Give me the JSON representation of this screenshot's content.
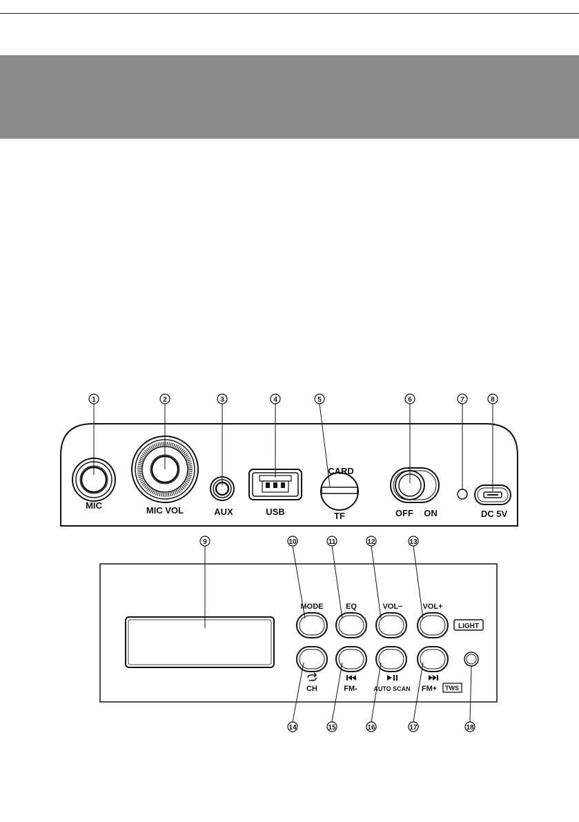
{
  "top_panel": {
    "callouts": [
      "1",
      "2",
      "3",
      "4",
      "5",
      "6",
      "7",
      "8"
    ],
    "mic_label": "MIC",
    "mic_vol_label": "MIC VOL",
    "aux_label": "AUX",
    "usb_label": "USB",
    "card_label": "CARD",
    "tf_label": "TF",
    "off_label": "OFF",
    "on_label": "ON",
    "dc_label": "DC 5V"
  },
  "control_panel": {
    "callouts_top": [
      "9",
      "10",
      "11",
      "12",
      "13"
    ],
    "callouts_bottom": [
      "14",
      "15",
      "16",
      "17",
      "18"
    ],
    "buttons_top": [
      "MODE",
      "EQ",
      "VOL−",
      "VOL+"
    ],
    "light_label": "LIGHT",
    "buttons_bottom": [
      "CH",
      "FM-",
      "AUTO SCAN",
      "FM+"
    ],
    "tws_label": "TWS",
    "icons_bottom": [
      "repeat-icon",
      "previous-icon",
      "play-pause-icon",
      "next-icon"
    ]
  }
}
